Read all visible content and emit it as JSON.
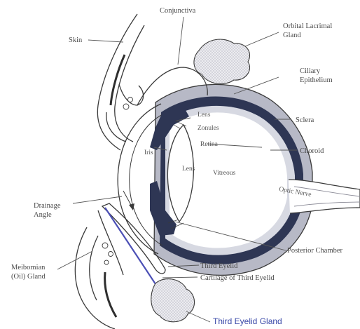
{
  "colors": {
    "ink": "#3a3a3a",
    "choroid": "#2e3654",
    "sclera": "#b7b9c6",
    "gland": "#e9e9ee",
    "third_eyelid_gland_label": "#3a49a8",
    "cartilage": "#4b4fb5"
  },
  "labels": {
    "skin": "Skin",
    "conjunctiva": "Conjunctiva",
    "orbital_lacrimal_gland": [
      "Orbital Lacrimal",
      "Gland"
    ],
    "ciliary_epithelium": [
      "Ciliary",
      "Epithelium"
    ],
    "lens_zonules": [
      "Lens",
      "Zonules"
    ],
    "sclera": "Sclera",
    "iris": "Iris",
    "retina": "Retina",
    "choroid": "Choroid",
    "lens": "Lens",
    "vitreous": "Vitreous",
    "optic_nerve": "Optic Nerve",
    "drainage_angle": [
      "Drainage",
      "Angle"
    ],
    "posterior_chamber": "Posterior Chamber",
    "meibomian_gland": [
      "Meibomian",
      "(Oil) Gland"
    ],
    "third_eyelid": "Third Eyelid",
    "cartilage_third_eyelid": "Cartilage of Third Eyelid",
    "third_eyelid_gland": "Third Eyelid Gland"
  }
}
